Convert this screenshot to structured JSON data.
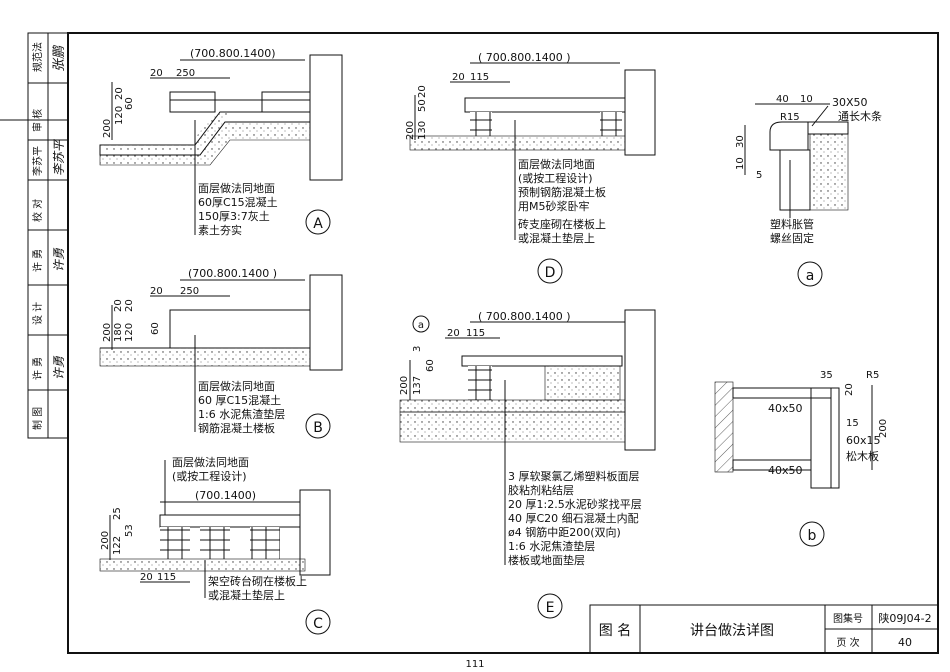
{
  "title_block": {
    "drawing_label": "图 名",
    "drawing_title": "讲台做法详图",
    "atlas_label": "图集号",
    "atlas_no": "陕09J04-2",
    "page_label": "页 次",
    "page_no": "40"
  },
  "page_number": "111",
  "sidebar": {
    "rows": [
      {
        "label": "规范法",
        "sign": "张鹏"
      },
      {
        "label": "审 核",
        "sign": ""
      },
      {
        "label": "李苏平",
        "sign": "李苏平"
      },
      {
        "label": "校 对",
        "sign": ""
      },
      {
        "label": "许 勇",
        "sign": "许勇"
      },
      {
        "label": "设 计",
        "sign": ""
      },
      {
        "label": "许 勇",
        "sign": "许勇"
      },
      {
        "label": "制 图",
        "sign": ""
      }
    ]
  },
  "details": {
    "A": {
      "marker": "A",
      "span": "(700.800.1400)",
      "dims": [
        "20",
        "250",
        "200",
        "120",
        "20",
        "60"
      ],
      "notes": [
        "面层做法同地面",
        "60厚C15混凝土",
        "150厚3:7灰土",
        "素土夯实"
      ]
    },
    "B": {
      "marker": "B",
      "span": "(700.800.1400 )",
      "dims": [
        "20",
        "250",
        "200",
        "180",
        "120",
        "20",
        "20",
        "60"
      ],
      "notes": [
        "面层做法同地面",
        "60 厚C15混凝土",
        "1:6 水泥焦渣垫层",
        "钢筋混凝土楼板"
      ]
    },
    "C": {
      "marker": "C",
      "span": "(700.1400)",
      "dims": [
        "200",
        "122",
        "53",
        "25",
        "20",
        "115"
      ],
      "notes_top": [
        "面层做法同地面",
        "(或按工程设计)"
      ],
      "notes": [
        "架空砖台砌在楼板上",
        "或混凝土垫层上"
      ]
    },
    "D": {
      "marker": "D",
      "span": "( 700.800.1400 )",
      "dims": [
        "20",
        "115",
        "200",
        "130",
        "50",
        "20"
      ],
      "notes": [
        "面层做法同地面",
        "(或按工程设计)",
        "预制钢筋混凝土板",
        "用M5砂浆卧牢",
        "砖支座砌在楼板上",
        "或混凝土垫层上"
      ]
    },
    "E": {
      "marker": "E",
      "ref": "a",
      "span": "( 700.800.1400 )",
      "dims": [
        "20",
        "115",
        "200",
        "137",
        "60",
        "3"
      ],
      "notes": [
        "3 厚软聚氯乙烯塑料板面层",
        "胶粘剂粘结层",
        "20 厚1:2.5水泥砂浆找平层",
        "40 厚C20 细石混凝土内配",
        "ø4 钢筋中距200(双向)",
        "1:6 水泥焦渣垫层",
        "楼板或地面垫层"
      ]
    },
    "a": {
      "marker": "a",
      "dims": [
        "40",
        "10",
        "R15",
        "10",
        "30",
        "5"
      ],
      "notes": [
        "30X50",
        "通长木条",
        "塑料胀管",
        "螺丝固定"
      ]
    },
    "b": {
      "marker": "b",
      "dims": [
        "35",
        "R5",
        "20",
        "15",
        "200",
        "40x50",
        "40x50"
      ],
      "notes": [
        "60x15",
        "松木板"
      ]
    }
  }
}
